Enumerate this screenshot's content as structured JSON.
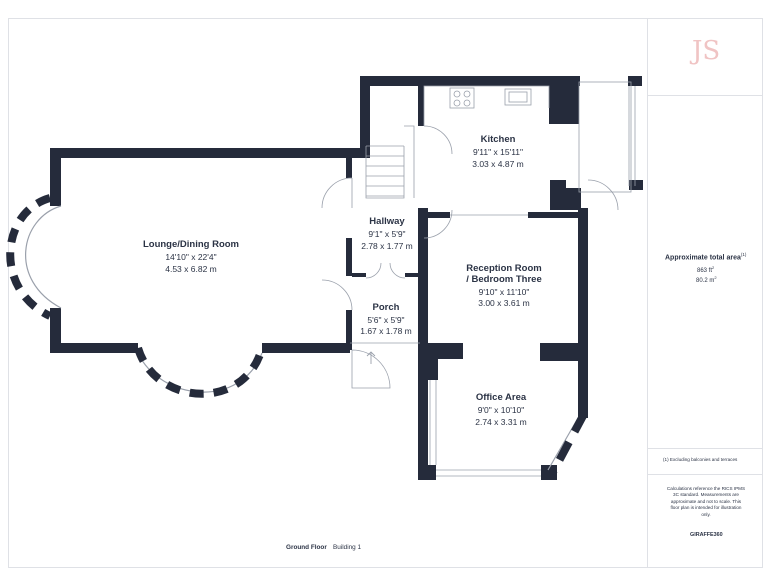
{
  "rooms": {
    "lounge": {
      "name": "Lounge/Dining Room",
      "imperial": "14'10\" x 22'4\"",
      "metric": "4.53 x 6.82 m"
    },
    "kitchen": {
      "name": "Kitchen",
      "imperial": "9'11\" x 15'11\"",
      "metric": "3.03 x 4.87 m"
    },
    "hallway": {
      "name": "Hallway",
      "imperial": "9'1\" x 5'9\"",
      "metric": "2.78 x 1.77 m"
    },
    "reception": {
      "name_line1": "Reception Room",
      "name_line2": "/ Bedroom Three",
      "imperial": "9'10\" x 11'10\"",
      "metric": "3.00 x 3.61 m"
    },
    "porch": {
      "name": "Porch",
      "imperial": "5'6\" x 5'9\"",
      "metric": "1.67 x 1.78 m"
    },
    "office": {
      "name": "Office Area",
      "imperial": "9'0\" x 10'10\"",
      "metric": "2.74 x 3.31 m"
    }
  },
  "footer": {
    "floor": "Ground Floor",
    "building": "Building 1"
  },
  "side": {
    "logo": "JS",
    "area_title": "Approximate total area",
    "area_sup": "(1)",
    "area_sqft": "863 ft",
    "area_sqft_sup": "2",
    "area_sqm": "80.2 m",
    "area_sqm_sup": "2",
    "note": "(1) Excluding balconies and terraces",
    "disclaimer": [
      "Calculations reference the RICS IPMS",
      "3C standard. Measurements are",
      "approximate and not to scale. This",
      "floor plan is intended for illustration",
      "only."
    ],
    "brand": "GIRAFFE360"
  },
  "colors": {
    "wall": "#252b3b",
    "text": "#2b3345",
    "line": "#9aa0ab",
    "logo": "#f0c4c4",
    "border": "#dfe1e6"
  }
}
